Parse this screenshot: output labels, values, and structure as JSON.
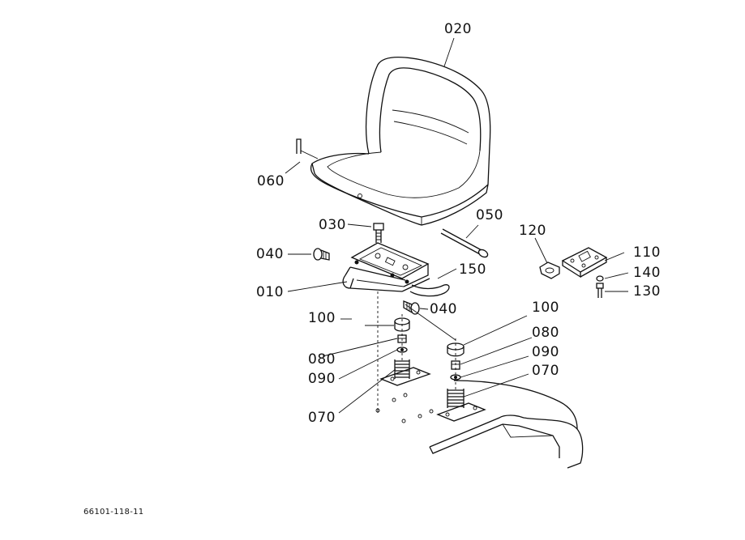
{
  "diagram": {
    "drawing_number": "66101-118-11",
    "parts": {
      "seat": "020",
      "seat_hinge_pin": "060",
      "bolt_top": "030",
      "bolt_left": "040",
      "bolt_right": "040",
      "rod": "050",
      "seat_slide_rail": "010",
      "lever": "150",
      "clip": "120",
      "bracket_plate": "110",
      "washer": "140",
      "screw": "130",
      "cushion_left": "100",
      "collar_left": "080",
      "washer_left": "090",
      "spring_left": "070",
      "cushion_right": "100",
      "collar_right": "080",
      "washer_right": "090",
      "spring_right": "070"
    }
  }
}
